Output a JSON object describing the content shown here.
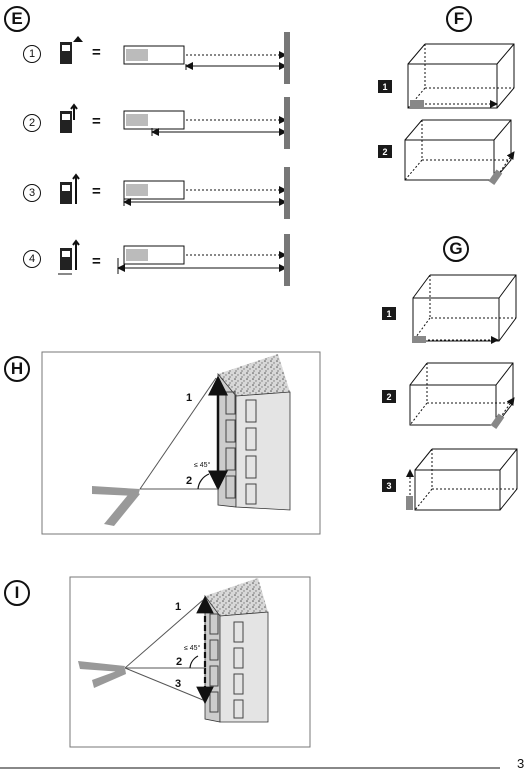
{
  "sections": {
    "E": "E",
    "F": "F",
    "G": "G",
    "H": "H",
    "I": "I"
  },
  "steps_e": [
    "1",
    "2",
    "3",
    "4"
  ],
  "equals": "=",
  "badges_f": [
    "1",
    "2"
  ],
  "badges_g": [
    "1",
    "2",
    "3"
  ],
  "figure_h": {
    "label_1": "1",
    "label_2": "2",
    "angle": "≤ 45°"
  },
  "figure_i": {
    "label_1": "1",
    "label_2": "2",
    "label_3": "3",
    "angle": "≤ 45°"
  },
  "page_number": "3"
}
